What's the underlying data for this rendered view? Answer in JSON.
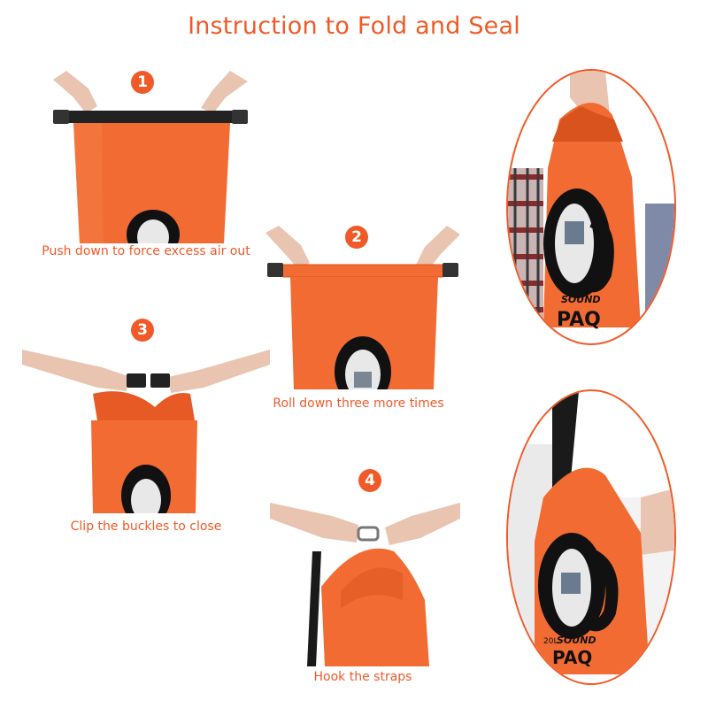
{
  "title": "Instruction to Fold and Seal",
  "steps": [
    {
      "number": "1",
      "caption": "Push down to force excess air out"
    },
    {
      "number": "2",
      "caption": "Roll down three more times"
    },
    {
      "number": "3",
      "caption": "Clip the buckles to close"
    },
    {
      "number": "4",
      "caption": "Hook the straps"
    }
  ],
  "product": {
    "brand_text": "SOUND",
    "logo_text": "PAQ",
    "capacity_text": "20L"
  },
  "colors": {
    "accent": "#f05a28",
    "bag": "#f26b32",
    "bag_shadow": "#d9531f",
    "strap": "#222222",
    "skin": "#e9c4b0"
  }
}
